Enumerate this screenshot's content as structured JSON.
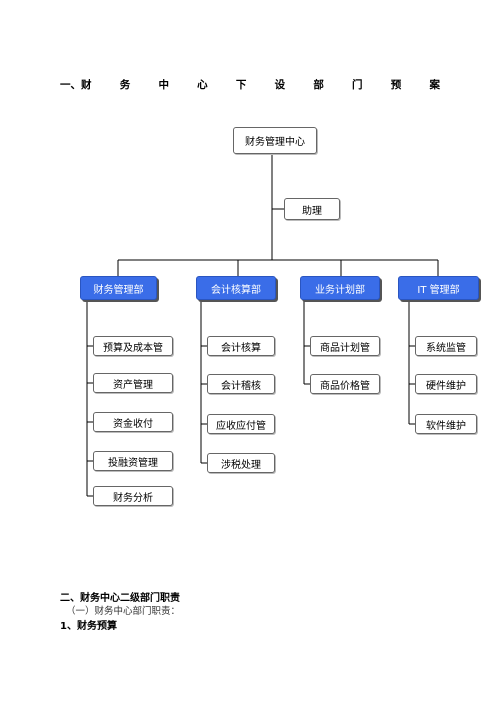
{
  "heading": {
    "chars": [
      "一、财",
      "务",
      "中",
      "心",
      "下",
      "设",
      "部",
      "门",
      "预",
      "案"
    ]
  },
  "org": {
    "root": "财务管理中心",
    "assistant": "助理",
    "departments": [
      {
        "name": "财务管理部",
        "color": "#3a6de8",
        "items": [
          "预算及成本管",
          "资产管理",
          "资金收付",
          "投融资管理",
          "财务分析"
        ]
      },
      {
        "name": "会计核算部",
        "color": "#3a6de8",
        "items": [
          "会计核算",
          "会计稽核",
          "应收应付管",
          "涉税处理"
        ]
      },
      {
        "name": "业务计划部",
        "color": "#3a6de8",
        "items": [
          "商品计划管",
          "商品价格管"
        ]
      },
      {
        "name": "IT 管理部",
        "color": "#3a6de8",
        "items": [
          "系统监管",
          "硬件维护",
          "软件维护"
        ]
      }
    ]
  },
  "section2": {
    "title": "二、财务中心二级部门职责",
    "sub": "（一）财务中心部门职责：",
    "item1": "1、财务预算"
  }
}
